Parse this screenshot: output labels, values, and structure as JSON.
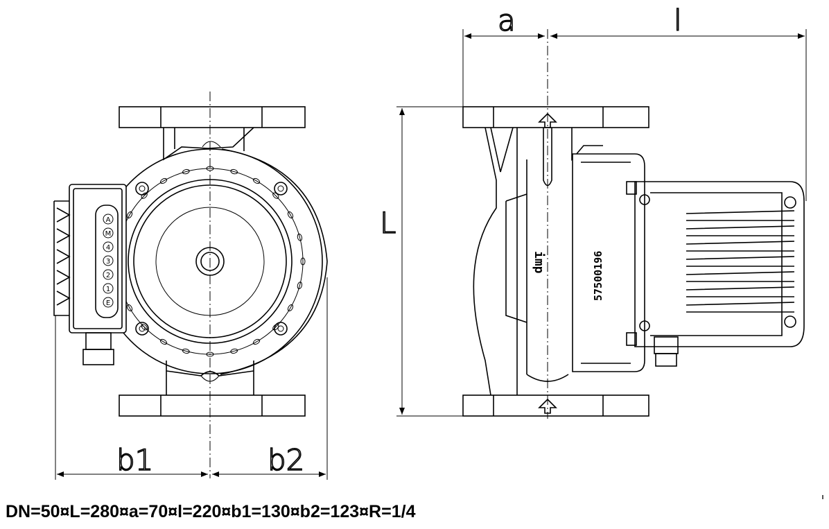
{
  "dimension_labels": {
    "a": "a",
    "l": "l",
    "L": "L",
    "b1": "b1",
    "b2": "b2"
  },
  "nameplate": {
    "logo": "imp",
    "model_code": "57500196"
  },
  "switch_positions": [
    "E",
    "1",
    "2",
    "3",
    "4",
    "M",
    "A"
  ],
  "caption": "DN=50¤L=280¤a=70¤l=220¤b1=130¤b2=123¤R=1/4"
}
